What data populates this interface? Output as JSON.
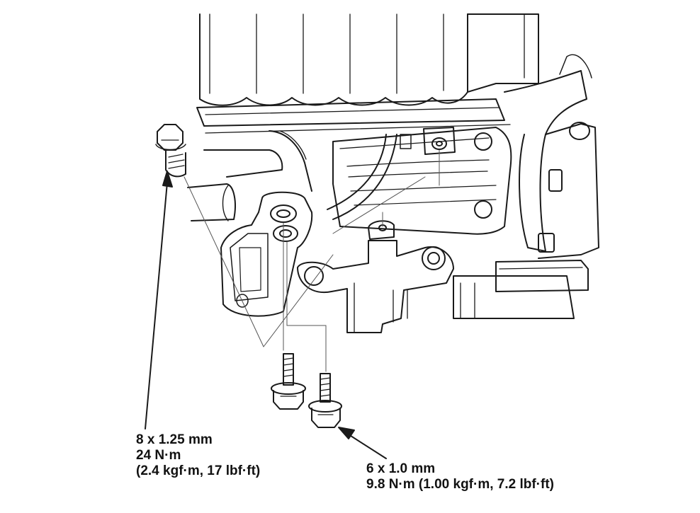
{
  "colors": {
    "line": "#1a1a1a",
    "thin_line": "#555555",
    "background": "#ffffff"
  },
  "callouts": {
    "large_bolt": {
      "size": "8 x 1.25 mm",
      "torque_nm": "24 N·m",
      "torque_alt": "(2.4 kgf·m, 17 lbf·ft)"
    },
    "small_bolts": {
      "size": "6 x 1.0 mm",
      "torque": "9.8 N·m (1.00 kgf·m, 7.2 lbf·ft)"
    }
  }
}
